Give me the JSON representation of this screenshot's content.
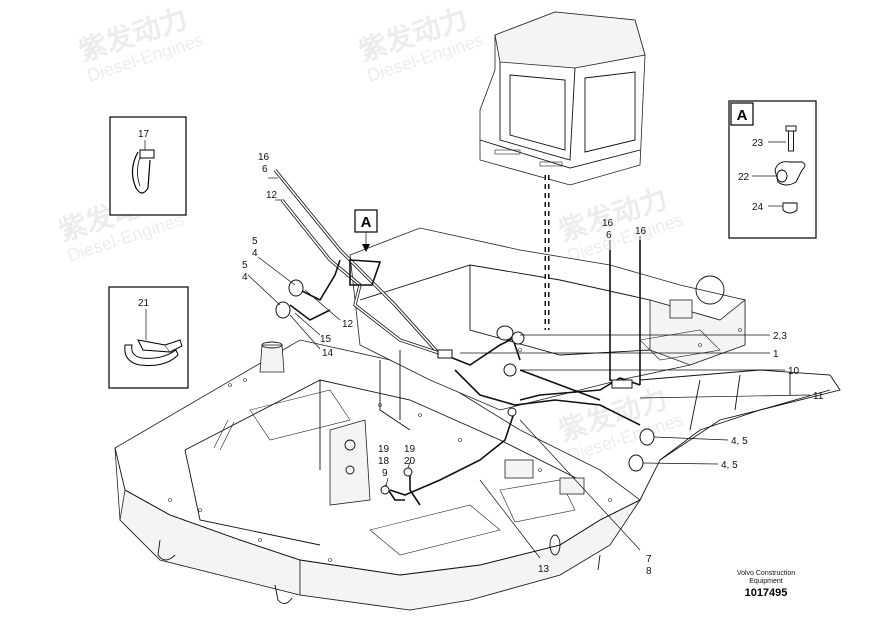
{
  "watermark": {
    "chinese": "紫发动力",
    "english": "Diesel-Engines"
  },
  "detail_boxes": {
    "box_a": {
      "letter": "A",
      "parts": [
        "23",
        "22",
        "24"
      ]
    },
    "box_17": {
      "label": "17"
    },
    "box_21": {
      "label": "21"
    }
  },
  "view_marker": {
    "letter": "A"
  },
  "callouts": {
    "c16a": "16",
    "c6a": "6",
    "c12a": "12",
    "c5a": "5",
    "c4a": "4",
    "c5b": "5",
    "c4b": "4",
    "c12b": "12",
    "c15": "15",
    "c14": "14",
    "c16b": "16",
    "c6b": "6",
    "c16c": "16",
    "c23": "2,3",
    "c1": "1",
    "c10": "10",
    "c11": "11",
    "c45a": "4, 5",
    "c45b": "4, 5",
    "c19a": "19",
    "c18": "18",
    "c9": "9",
    "c19b": "19",
    "c20": "20",
    "c13": "13",
    "c7": "7",
    "c8": "8"
  },
  "footer": {
    "brand_line1": "Volvo Construction",
    "brand_line2": "Equipment",
    "part_number": "1017495"
  }
}
